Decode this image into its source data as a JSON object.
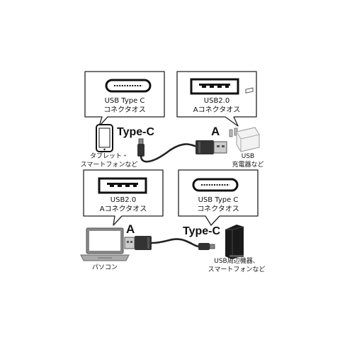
{
  "top": {
    "left_bubble": {
      "line1": "USB Type C",
      "line2": "コネクタオス"
    },
    "right_bubble": {
      "line1": "USB2.0",
      "line2": "Aコネクタオス"
    },
    "type_c_label": "Type-C",
    "a_label": "A",
    "left_device_caption": {
      "line1": "タブレット・",
      "line2": "スマートフォンなど"
    },
    "right_device_caption": {
      "line1": "USB",
      "line2": "充電器など"
    }
  },
  "bottom": {
    "left_bubble": {
      "line1": "USB2.0",
      "line2": "Aコネクタオス"
    },
    "right_bubble": {
      "line1": "USB Type C",
      "line2": "コネクタオス"
    },
    "a_label": "A",
    "type_c_label": "Type-C",
    "left_device_caption": {
      "line1": "パソコン"
    },
    "right_device_caption": {
      "line1": "USB周辺機器、",
      "line2": "スマートフォンなど"
    }
  }
}
